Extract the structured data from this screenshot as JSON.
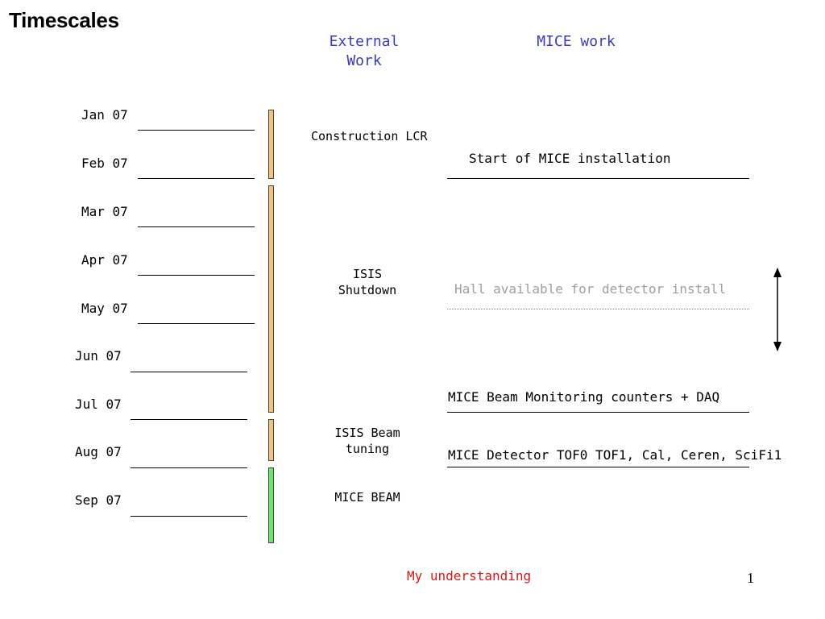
{
  "title": "Timescales",
  "headers": {
    "external": "External Work",
    "mice": "MICE work"
  },
  "months": [
    "Jan 07",
    "Feb 07",
    "Mar 07",
    "Apr 07",
    "May 07",
    "Jun 07",
    "Jul 07",
    "Aug 07",
    "Sep 07"
  ],
  "external_work": [
    {
      "label": "Construction LCR",
      "bar_color": "#f8c078"
    },
    {
      "label": "ISIS Shutdown",
      "bar_color": "#f8c078"
    },
    {
      "label": "ISIS Beam tuning",
      "bar_color": "#f8c078"
    },
    {
      "label": "MICE BEAM",
      "bar_color": "#66e766"
    }
  ],
  "mice_work": [
    {
      "label": "Start of MICE installation"
    },
    {
      "label": "Hall available for detector install",
      "style": "grey dotted"
    },
    {
      "label": "MICE Beam Monitoring counters + DAQ"
    },
    {
      "label": "MICE Detector TOF0 TOF1, Cal, Ceren, SciFi1"
    }
  ],
  "footer_note": "My understanding",
  "page_number": "1"
}
